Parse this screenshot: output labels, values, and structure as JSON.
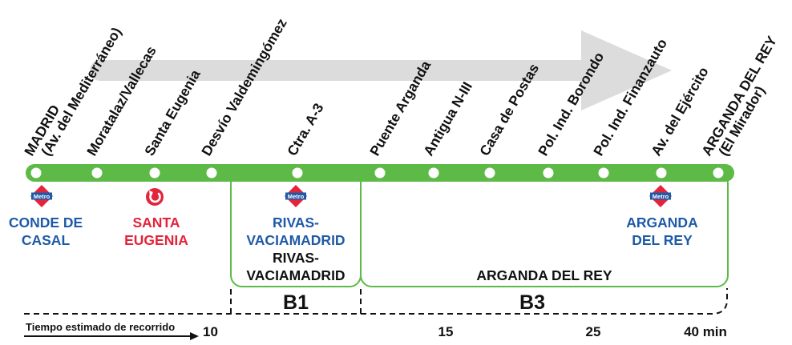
{
  "colors": {
    "line_green": "#5dba47",
    "metro_blue": "#1e5aa8",
    "cercanias_red": "#e3243b",
    "arrow_gray": "#dcdcdc",
    "text_dark": "#111111"
  },
  "stops": [
    {
      "name": "MADRID",
      "sub": "(Av. del Mediterráneo)"
    },
    {
      "name": "Moratalaz/Vallecas"
    },
    {
      "name": "Santa Eugenia"
    },
    {
      "name": "Desvío Valdemingómez"
    },
    {
      "name": "Ctra. A-3"
    },
    {
      "name": "Puente Arganda"
    },
    {
      "name": "Antigua N-III"
    },
    {
      "name": "Casa de Postas"
    },
    {
      "name": "Pol. Ind. Borondo"
    },
    {
      "name": "Pol. Ind. Finanzauto"
    },
    {
      "name": "Av. del Ejército"
    },
    {
      "name": "ARGANDA DEL REY",
      "sub": "(El Mirador)"
    }
  ],
  "connections": {
    "metro_badge": "Metro",
    "conde_de_casal": [
      "CONDE DE",
      "CASAL"
    ],
    "santa_eugenia": [
      "SANTA",
      "EUGENIA"
    ],
    "rivas_metro": [
      "RIVAS-",
      "VACIAMADRID"
    ],
    "arganda_metro": [
      "ARGANDA",
      "DEL REY"
    ]
  },
  "zones": {
    "rivas": [
      "RIVAS-",
      "VACIAMADRID"
    ],
    "arganda": "ARGANDA DEL REY",
    "b1": "B1",
    "b3": "B3"
  },
  "time": {
    "label": "Tiempo estimado de recorrido",
    "t10": "10",
    "t15": "15",
    "t25": "25",
    "t40": "40 min"
  }
}
